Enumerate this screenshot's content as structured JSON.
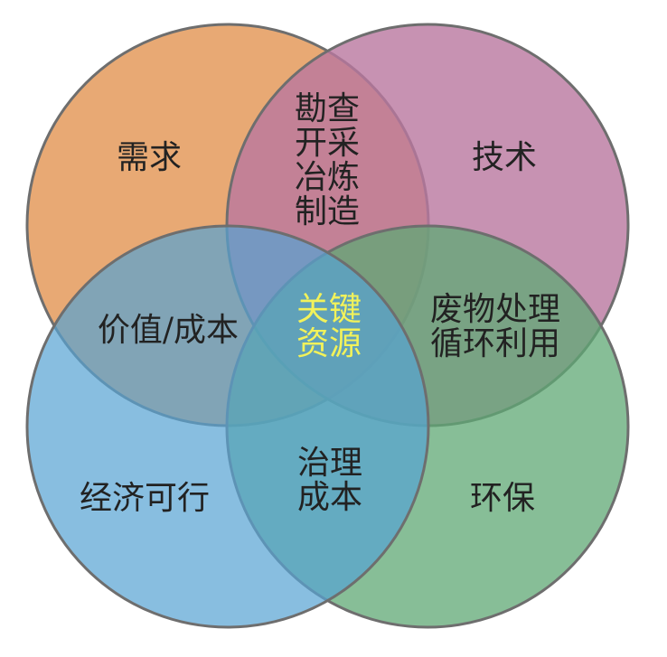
{
  "circles": [
    {
      "name": "demand",
      "color": "#e49a5c"
    },
    {
      "name": "technology",
      "color": "#b9779f"
    },
    {
      "name": "environment",
      "color": "#5fa874"
    },
    {
      "name": "economic",
      "color": "#55a3d3"
    }
  ],
  "labels": {
    "demand": "需求",
    "technology": "技术",
    "economic": "经济可行",
    "environment": "环保",
    "top": [
      "勘查",
      "开采",
      "冶炼",
      "制造"
    ],
    "left": "价值/成本",
    "right": [
      "废物处理",
      "循环利用"
    ],
    "bottom": [
      "治理",
      "成本"
    ],
    "center": [
      "关键",
      "资源"
    ]
  },
  "center_text_color": "#f2f25a"
}
